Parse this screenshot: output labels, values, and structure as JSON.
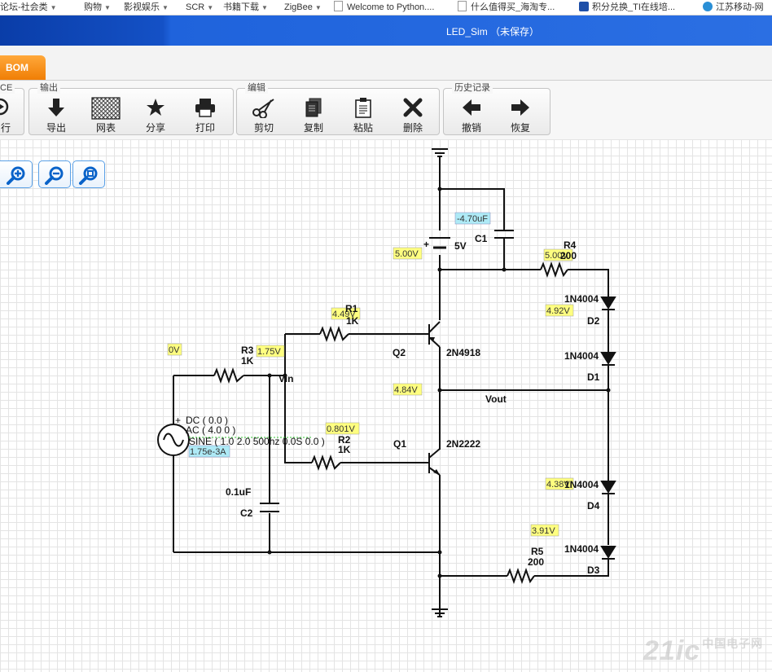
{
  "bookmarks": [
    {
      "label": "论坛-社会类",
      "dropdown": true
    },
    {
      "label": "购物",
      "dropdown": true
    },
    {
      "label": "影视娱乐",
      "dropdown": true
    },
    {
      "label": "SCR",
      "dropdown": true
    },
    {
      "label": "书籍下载",
      "dropdown": true
    },
    {
      "label": "ZigBee",
      "dropdown": true
    },
    {
      "label": "Welcome to Python....",
      "dropdown": false
    },
    {
      "label": "什么值得买_海淘专...",
      "dropdown": false
    },
    {
      "label": "积分兑换_TI在线培...",
      "dropdown": false
    },
    {
      "label": "江苏移动-网",
      "dropdown": false
    }
  ],
  "window": {
    "title": "LED_Sim （未保存）"
  },
  "tabs": {
    "bom": "BOM"
  },
  "toolbar": {
    "groups": [
      {
        "title": "CE",
        "buttons": [
          {
            "label": "行",
            "icon": "run-icon"
          }
        ]
      },
      {
        "title": "输出",
        "buttons": [
          {
            "label": "导出",
            "icon": "download-arrow-icon"
          },
          {
            "label": "网表",
            "icon": "netlist-grid-icon"
          },
          {
            "label": "分享",
            "icon": "star-icon"
          },
          {
            "label": "打印",
            "icon": "printer-icon"
          }
        ]
      },
      {
        "title": "编辑",
        "buttons": [
          {
            "label": "剪切",
            "icon": "scissors-icon"
          },
          {
            "label": "复制",
            "icon": "copy-icon"
          },
          {
            "label": "粘贴",
            "icon": "paste-icon"
          },
          {
            "label": "删除",
            "icon": "delete-x-icon"
          }
        ]
      },
      {
        "title": "历史记录",
        "buttons": [
          {
            "label": "撤销",
            "icon": "undo-arrow-icon"
          },
          {
            "label": "恢复",
            "icon": "redo-arrow-icon"
          }
        ]
      }
    ]
  },
  "zoom": [
    "zoom-in-icon",
    "zoom-out-icon",
    "zoom-fit-icon"
  ],
  "schematic": {
    "components": {
      "r1": {
        "name": "R1",
        "value": "1K"
      },
      "r2": {
        "name": "R2",
        "value": "1K"
      },
      "r3": {
        "name": "R3",
        "value": "1K"
      },
      "r4": {
        "name": "R4",
        "value": "200"
      },
      "r5": {
        "name": "R5",
        "value": "200"
      },
      "c1": {
        "name": "C1"
      },
      "c2": {
        "name": "C2",
        "value": "0.1uF"
      },
      "battery": {
        "value": "5V",
        "polarity": "+"
      },
      "q1": {
        "name": "Q1",
        "model": "2N2222"
      },
      "q2": {
        "name": "Q2",
        "model": "2N4918"
      },
      "d1": {
        "name": "D1",
        "model": "1N4004"
      },
      "d2": {
        "name": "D2",
        "model": "1N4004"
      },
      "d3": {
        "name": "D3",
        "model": "1N4004"
      },
      "d4": {
        "name": "D4",
        "model": "1N4004"
      },
      "source": {
        "polarity": "+",
        "dc": "DC ( 0.0 )",
        "ac": "AC ( 4.0 0 )",
        "sine": "SINE ( 1.0 2.0 500hz 0.0S 0.0 )"
      }
    },
    "nets": {
      "vin": "Vin",
      "vout": "Vout"
    },
    "probes": [
      {
        "id": "p-5v",
        "value": "5.00V",
        "kind": "voltage"
      },
      {
        "id": "p-c1",
        "value": "-4.70uF",
        "kind": "current"
      },
      {
        "id": "p-r4",
        "value": "5.00V",
        "kind": "voltage"
      },
      {
        "id": "p-r1",
        "value": "4.49V",
        "kind": "voltage"
      },
      {
        "id": "p-r3",
        "value": "1.75V",
        "kind": "voltage"
      },
      {
        "id": "p-0v",
        "value": "0V",
        "kind": "voltage"
      },
      {
        "id": "p-d2",
        "value": "4.92V",
        "kind": "voltage"
      },
      {
        "id": "p-vout",
        "value": "4.84V",
        "kind": "voltage"
      },
      {
        "id": "p-r2",
        "value": "0.801V",
        "kind": "voltage"
      },
      {
        "id": "p-src",
        "value": "1.75e-3A",
        "kind": "current"
      },
      {
        "id": "p-d4",
        "value": "4.38V",
        "kind": "voltage"
      },
      {
        "id": "p-d3",
        "value": "3.91V",
        "kind": "voltage"
      }
    ]
  },
  "colors": {
    "probe_voltage": "#ffff80",
    "probe_current": "#aeeaf6",
    "titlebar": "#1f63dc",
    "bom_tab": "#f5890f"
  },
  "watermark": {
    "text": "21ic",
    "suffix": "中国电子网"
  }
}
